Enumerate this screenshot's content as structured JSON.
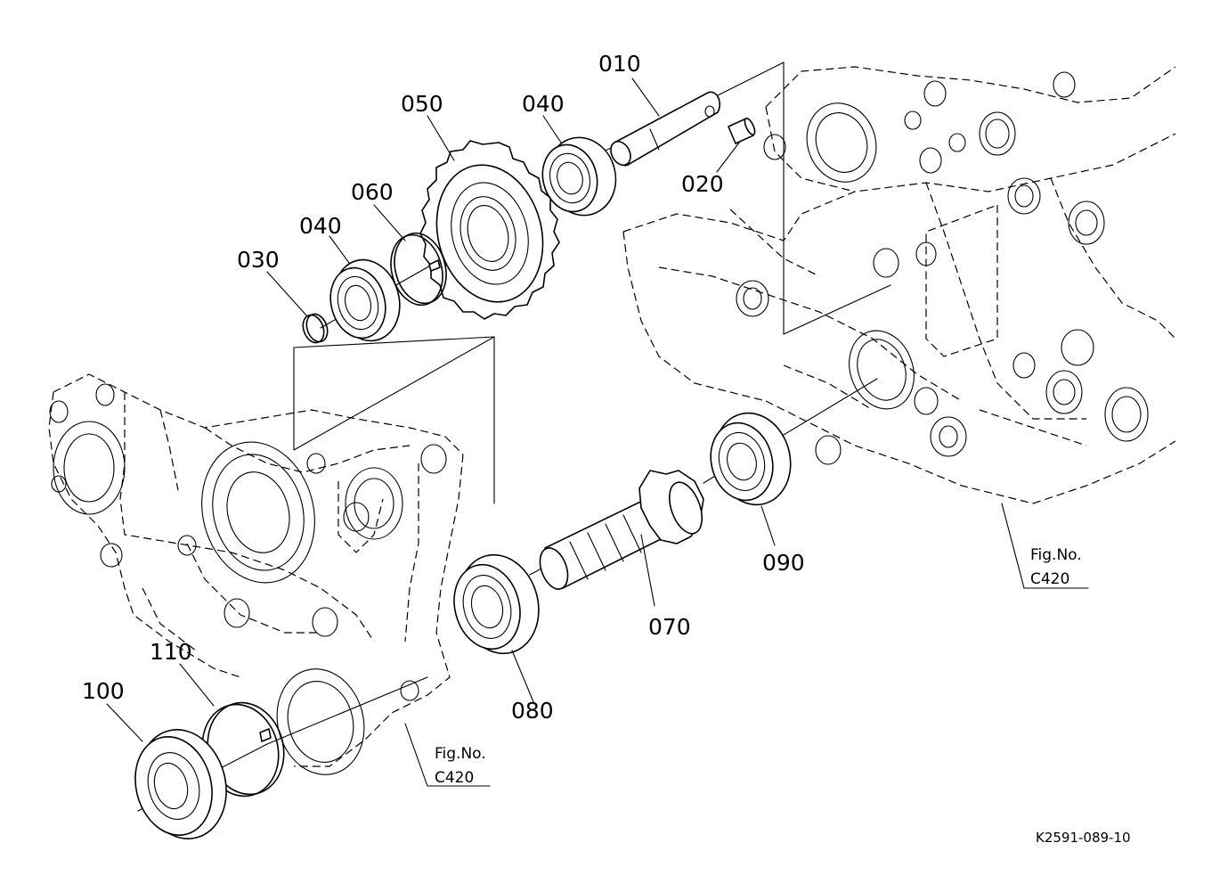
{
  "part_labels": {
    "p010": "010",
    "p020": "020",
    "p030": "030",
    "p040a": "040",
    "p040b": "040",
    "p050": "050",
    "p060": "060",
    "p070": "070",
    "p080": "080",
    "p090": "090",
    "p100": "100",
    "p110": "110"
  },
  "figure_refs": {
    "right": {
      "line1": "Fig.No.",
      "line2": "C420"
    },
    "left": {
      "line1": "Fig.No.",
      "line2": "C420"
    }
  },
  "drawing_code": "K2591-089-10"
}
